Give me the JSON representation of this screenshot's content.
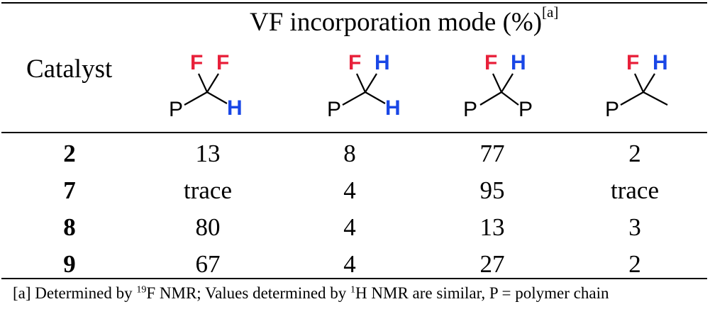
{
  "header": {
    "title_main": "VF incorporation mode (%)",
    "title_sup": "[a]",
    "catalyst_label": "Catalyst"
  },
  "structures": [
    {
      "top_left": "F",
      "top_right": "F",
      "bottom_left": "P",
      "bottom_right": "H"
    },
    {
      "top_left": "F",
      "top_right": "H",
      "bottom_left": "P",
      "bottom_right": "H"
    },
    {
      "top_left": "F",
      "top_right": "H",
      "bottom_left": "P",
      "bottom_right": "P"
    },
    {
      "top_left": "F",
      "top_right": "H",
      "bottom_left": "P",
      "bottom_right": ""
    }
  ],
  "rows": [
    {
      "catalyst": "2",
      "values": [
        "13",
        "8",
        "77",
        "2"
      ]
    },
    {
      "catalyst": "7",
      "values": [
        "trace",
        "4",
        "95",
        "trace"
      ]
    },
    {
      "catalyst": "8",
      "values": [
        "80",
        "4",
        "13",
        "3"
      ]
    },
    {
      "catalyst": "9",
      "values": [
        "67",
        "4",
        "27",
        "2"
      ]
    }
  ],
  "footnote": {
    "part1": "[a] Determined by ",
    "sup1": "19",
    "part2": "F NMR; Values determined by  ",
    "sup2": "1",
    "part3": "H NMR are similar, P = polymer chain"
  },
  "colors": {
    "fluorine": "#e8203a",
    "hydrogen": "#1a47e6"
  }
}
